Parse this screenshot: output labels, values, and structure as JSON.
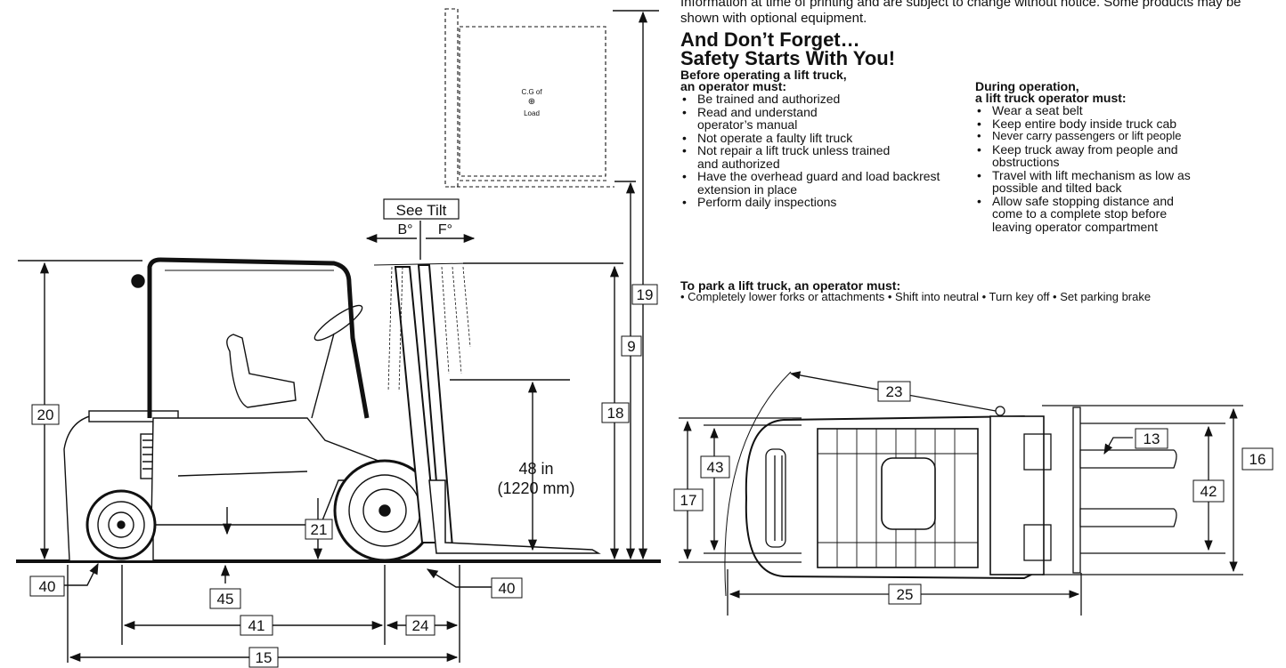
{
  "notice": "Information at time of printing and are subject to change without notice. Some products may be shown with optional equipment.",
  "safety": {
    "heading_line1": "And Don’t Forget…",
    "heading_line2": "Safety Starts With You!",
    "before": {
      "title_line1": "Before operating a lift truck,",
      "title_line2": "an operator must:",
      "items": [
        "Be trained and authorized",
        "Read and understand operator’s manual",
        "Not operate a faulty lift truck",
        "Not repair a lift truck unless trained and authorized",
        "Have the overhead guard and load backrest extension in place",
        "Perform daily inspections"
      ]
    },
    "during": {
      "title_line1": "During operation,",
      "title_line2": "a lift truck operator must:",
      "items": [
        "Wear a seat belt",
        "Keep entire body inside truck cab",
        "Never carry passengers or lift people",
        "Keep truck away from people and obstructions",
        "Travel with lift mechanism as low as possible and tilted back",
        "Allow safe stopping distance and come to a complete stop before leaving operator compartment"
      ]
    },
    "park_title": "To park a lift truck, an operator must:",
    "park_text": "• Completely lower forks or attachments • Shift into neutral • Turn key off • Set parking brake"
  },
  "side_view": {
    "see_tilt": "See Tilt",
    "tilt_back": "B°",
    "tilt_forward": "F°",
    "load_height_line1": "48 in",
    "load_height_line2": "(1220 mm)",
    "cg_line1": "C.G of",
    "cg_symbol": "⊕",
    "cg_line2": "Load",
    "dims": {
      "d19": "19",
      "d9": "9",
      "d18": "18",
      "d20": "20",
      "d21": "21",
      "d40a": "40",
      "d40b": "40",
      "d45": "45",
      "d41": "41",
      "d24": "24",
      "d15": "15"
    }
  },
  "top_view": {
    "dims": {
      "d23": "23",
      "d13": "13",
      "d16": "16",
      "d42": "42",
      "d43": "43",
      "d17": "17",
      "d25": "25"
    }
  },
  "colors": {
    "ink": "#111111",
    "paper": "#ffffff"
  }
}
